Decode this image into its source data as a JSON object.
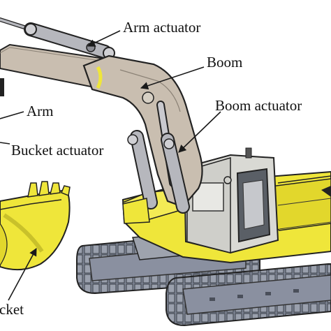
{
  "diagram": {
    "subject": "hydraulic excavator",
    "labels": {
      "arm_actuator": "Arm actuator",
      "boom": "Boom",
      "boom_actuator": "Boom actuator",
      "arm": "Arm",
      "bucket_actuator": "Bucket actuator",
      "bucket": "Bucket"
    },
    "colors": {
      "boom_arm": "#c9beb0",
      "body_yellow": "#efe63a",
      "cab_gray": "#d9d9d4",
      "track_gray": "#7f8695",
      "cylinder_gray": "#b6b7bd",
      "outline": "#222222",
      "leader": "#1a1a1a"
    }
  }
}
